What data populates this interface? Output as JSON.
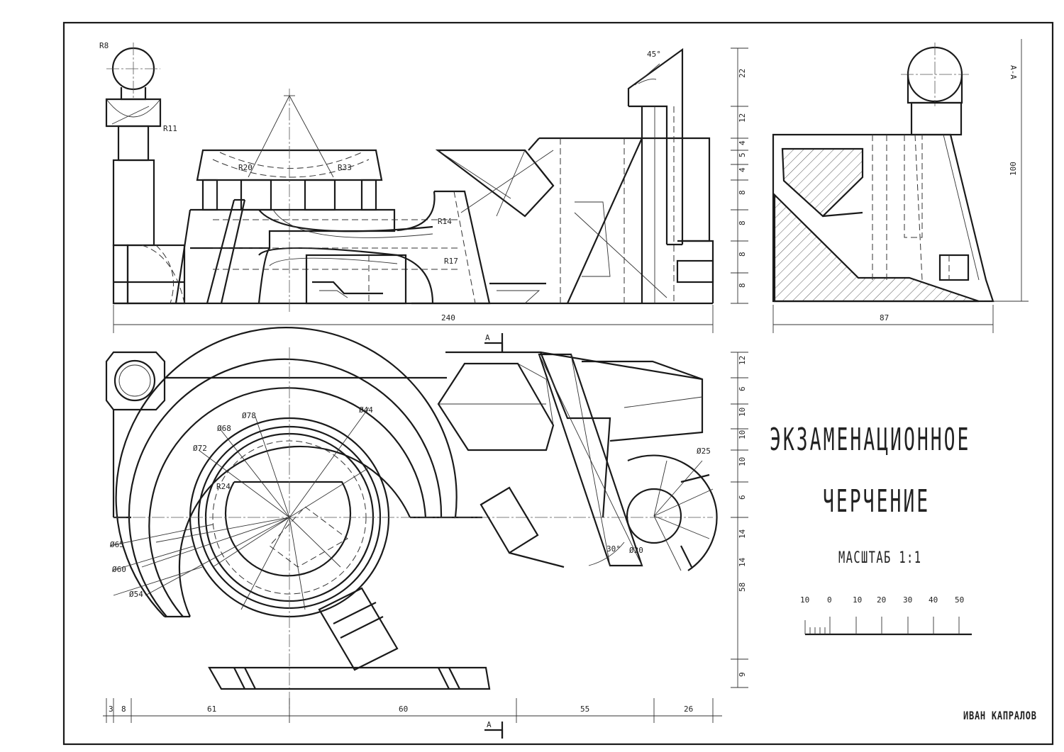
{
  "title": {
    "line1": "ЭКЗАМЕНАЦИОННОЕ",
    "line2": "ЧЕРЧЕНИЕ",
    "scale": "МАСШТАБ 1:1"
  },
  "author": "ИВАН КАПРАЛОВ",
  "section_label": "А-А",
  "cut_marker": "А",
  "scale_bar": {
    "ticks": [
      "10",
      "0",
      "10",
      "20",
      "30",
      "40",
      "50"
    ]
  },
  "dimensions": {
    "front": {
      "overall_width": "240",
      "sphere": "R8",
      "r11": "R11",
      "r20": "R20",
      "r33": "R33",
      "r14": "R14",
      "r17": "R17",
      "angle": "45°",
      "right_stack": [
        "22",
        "12",
        "4",
        "5",
        "4",
        "8",
        "8",
        "8",
        "8"
      ]
    },
    "side": {
      "width": "87",
      "height": "100"
    },
    "top": {
      "d78": "Ø78",
      "d68": "Ø68",
      "d72": "Ø72",
      "d44": "Ø44",
      "d65": "Ø65",
      "d60": "Ø60",
      "d54": "Ø54",
      "r24": "R24",
      "d25": "Ø25",
      "d20": "Ø20",
      "angle30": "30°",
      "right_stack": [
        "12",
        "6",
        "10",
        "10",
        "10",
        "6",
        "14",
        "14"
      ],
      "v58": "58",
      "v9": "9",
      "bottom_chain": [
        "3",
        "8",
        "61",
        "60",
        "55",
        "26"
      ]
    }
  }
}
